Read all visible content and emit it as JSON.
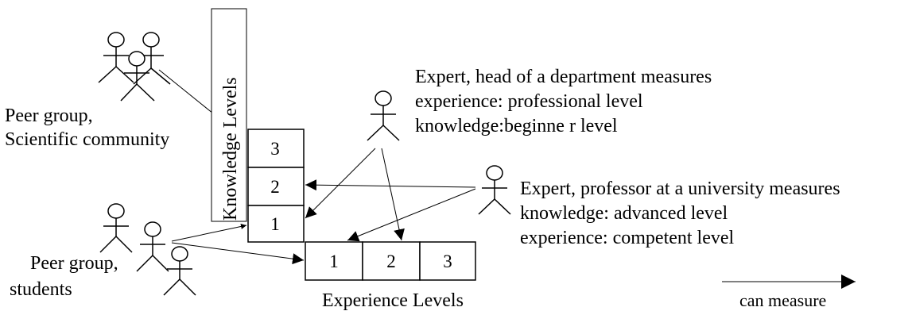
{
  "peer_group_scientific": {
    "line1": "Peer group,",
    "line2": "Scientific community"
  },
  "peer_group_students": {
    "line1": "Peer group,",
    "line2": "students"
  },
  "expert_head": {
    "line1": "Expert, head of a department measures",
    "line2": "experience: professional level",
    "line3": "knowledge:beginne r level"
  },
  "expert_professor": {
    "line1": "Expert, professor at a university measures",
    "line2": "knowledge: advanced level",
    "line3": "experience: competent level"
  },
  "knowledge_axis": {
    "label": "Knowledge Levels",
    "levels": [
      "3",
      "2",
      "1"
    ]
  },
  "experience_axis": {
    "label": "Experience Levels",
    "levels": [
      "1",
      "2",
      "3"
    ]
  },
  "legend": {
    "label": "can measure"
  }
}
